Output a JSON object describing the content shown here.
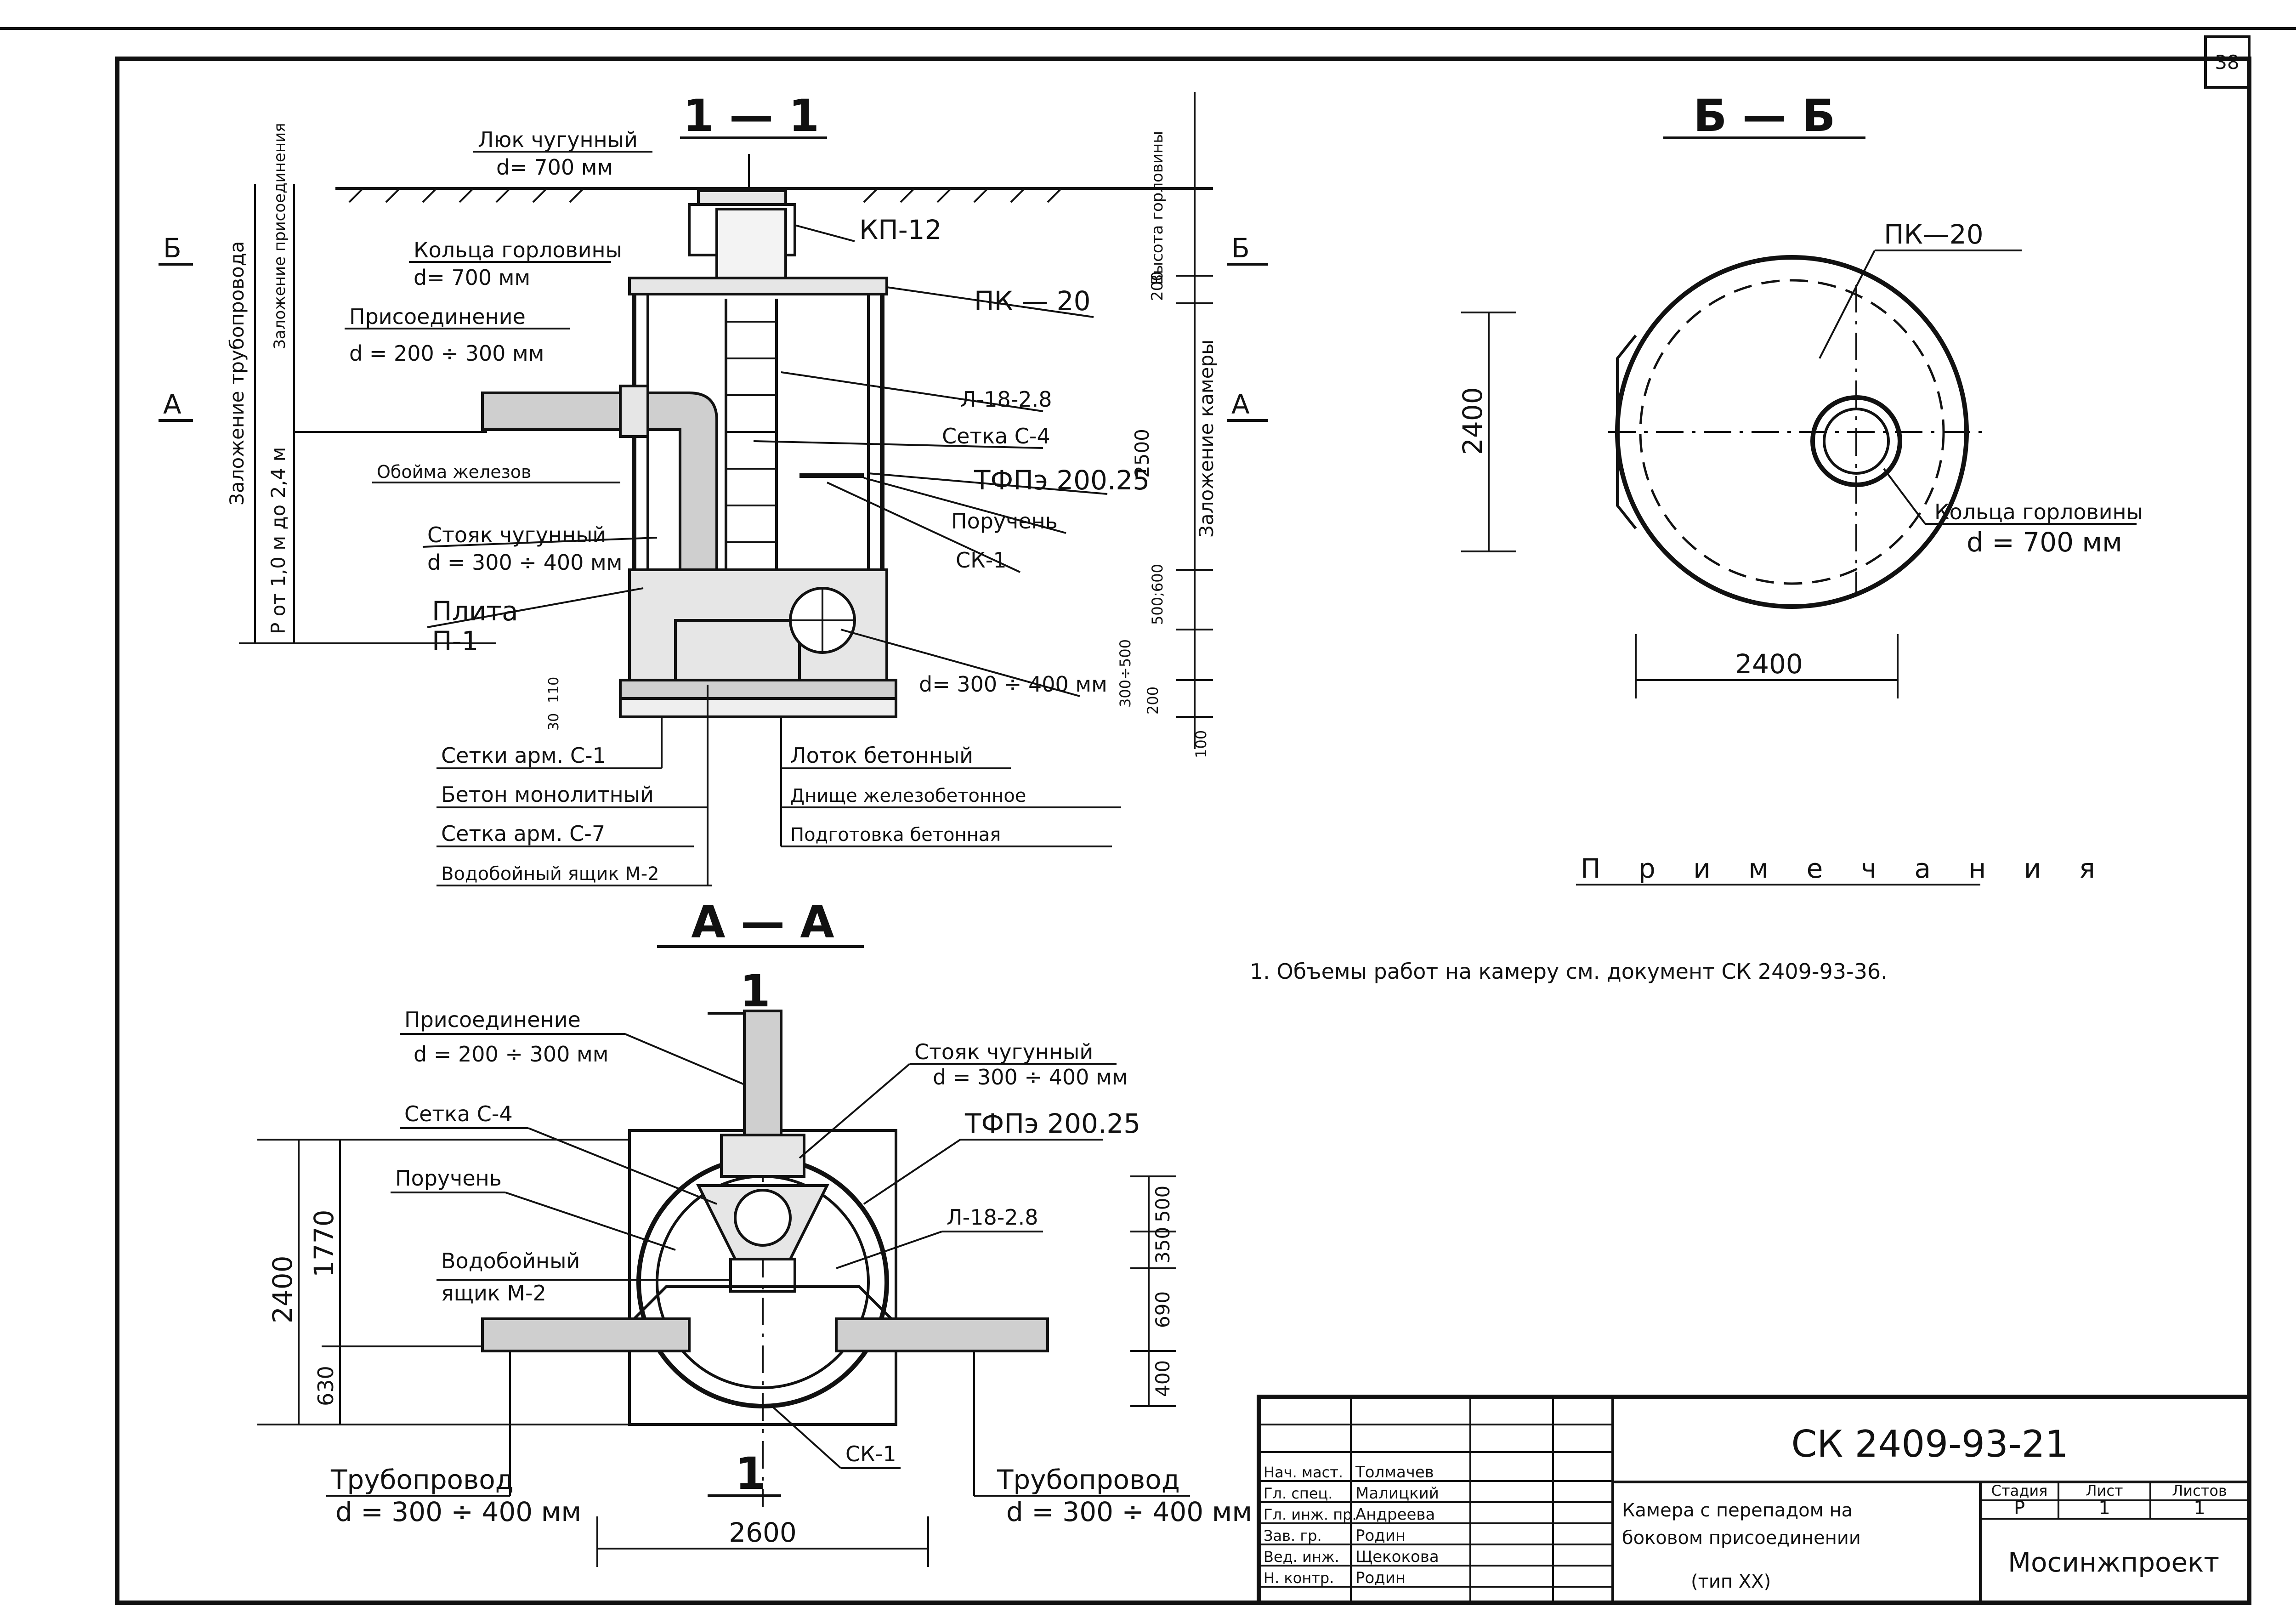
{
  "sheet": {
    "number": "38"
  },
  "section_11": {
    "title": "1 — 1",
    "labels": {
      "hatch": "Люк чугунный",
      "hatch_d": "d= 700 мм",
      "kp": "КП-12",
      "rings": "Кольца горловины",
      "rings_d": "d= 700 мм",
      "pk": "ПК — 20",
      "conn": "Присоединение",
      "conn_d": "d = 200 ÷ 300 мм",
      "l18": "Л-18-2.8",
      "grid_c4": "Сетка С-4",
      "tfp": "ТФПэ 200.25",
      "clamp": "Обойма железов",
      "rail": "Поручень",
      "riser": "Стояк чугунный",
      "riser_d": "d = 300 ÷ 400 мм",
      "sk": "СК-1",
      "plate": "Плита",
      "plate_p": "П-1",
      "d_pipe": "d= 300 ÷ 400 мм",
      "b1": "Сетки арм. С-1",
      "b2": "Бетон монолитный",
      "b3": "Сетка арм. С-7",
      "b4": "Водобойный ящик М-2",
      "r1": "Лоток бетонный",
      "r2": "Днище железобетонное",
      "r3": "Подготовка бетонная"
    },
    "dims": {
      "left_v1": "Заложение трубопровода",
      "left_v2": "Заложение присоединения",
      "left_v3": "Р от 1,0 м до 2,4 м",
      "cut_b": "Б",
      "cut_a": "А",
      "right_v1": "Высота горловины",
      "right_v2": "Заложение камеры",
      "d200": "200",
      "d2500": "2500",
      "d500600": "500;600",
      "d300500": "300÷500",
      "d200b": "200",
      "d100": "100",
      "d110": "110",
      "d30": "30"
    }
  },
  "section_bb": {
    "title": "Б — Б",
    "pk": "ПК—20",
    "rings": "Кольца горловины",
    "rings_d": "d = 700 мм",
    "dim_v": "2400",
    "dim_h": "2400"
  },
  "section_aa": {
    "title": "А — А",
    "cut_mark": "1",
    "labels": {
      "conn": "Присоединение",
      "conn_d": "d = 200 ÷ 300 мм",
      "riser": "Стояк чугунный",
      "riser_d": "d = 300 ÷ 400 мм",
      "grid": "Сетка С-4",
      "tfp": "ТФПэ 200.25",
      "rail": "Поручень",
      "l18": "Л-18-2.8",
      "box": "Водобойный",
      "box2": "ящик М-2",
      "sk": "СК-1",
      "pipe_l": "Трубопровод",
      "pipe_l_d": "d = 300 ÷ 400 мм",
      "pipe_r": "Трубопровод",
      "pipe_r_d": "d = 300 ÷ 400 мм"
    },
    "dims": {
      "d2400": "2400",
      "d1770": "1770",
      "d630": "630",
      "d500": "500",
      "d350": "350",
      "d690": "690",
      "d400": "400",
      "d2600": "2600"
    }
  },
  "notes": {
    "heading": "П р и м е ч а н и я",
    "item1": "1. Объемы работ на камеру см. документ СК 2409-93-36."
  },
  "stamp": {
    "code": "СК 2409-93-21",
    "title_lines": [
      "Камера с перепадом на",
      "боковом присоединении",
      "(тип XX)"
    ],
    "stage_head": "Стадия",
    "sheet_head": "Лист",
    "sheets_head": "Листов",
    "stage": "Р",
    "sheet": "1",
    "sheets": "1",
    "org": "Мосинжпроект",
    "people": [
      {
        "role": "Нач. маст.",
        "name": "Толмачев"
      },
      {
        "role": "Гл. спец.",
        "name": "Малицкий"
      },
      {
        "role": "Гл. инж. пр.",
        "name": "Андреева"
      },
      {
        "role": "Зав. гр.",
        "name": "Родин"
      },
      {
        "role": "Вед. инж.",
        "name": "Щекокова"
      },
      {
        "role": "Н. контр.",
        "name": "Родин"
      }
    ]
  }
}
